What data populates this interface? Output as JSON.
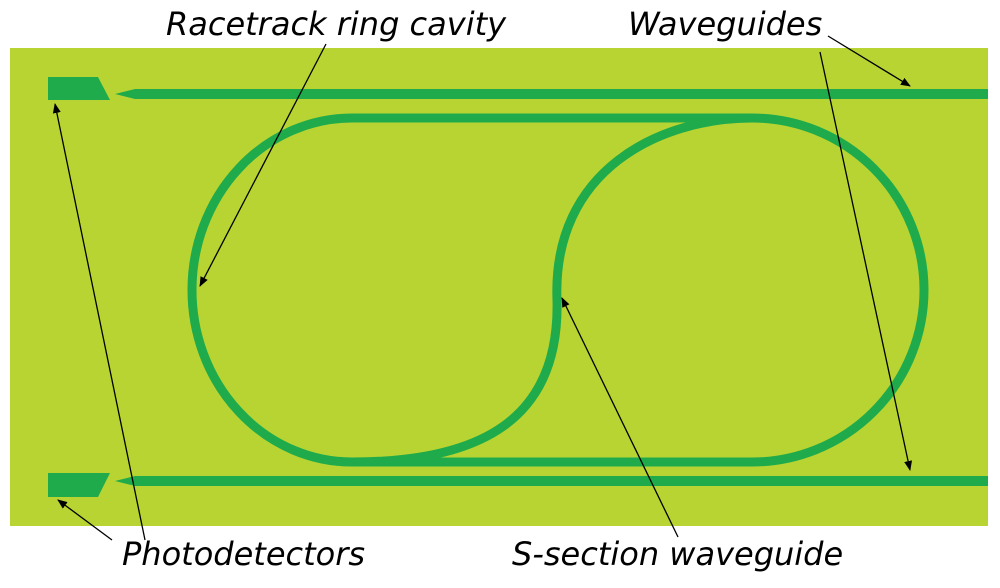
{
  "labels": {
    "racetrack": "Racetrack ring cavity",
    "waveguides": "Waveguides",
    "photodetectors": "Photodetectors",
    "s_section": "S-section waveguide"
  },
  "colors": {
    "substrate": "#b8d432",
    "waveguide": "#1fab4c",
    "arrow": "#000000",
    "background": "#ffffff"
  }
}
